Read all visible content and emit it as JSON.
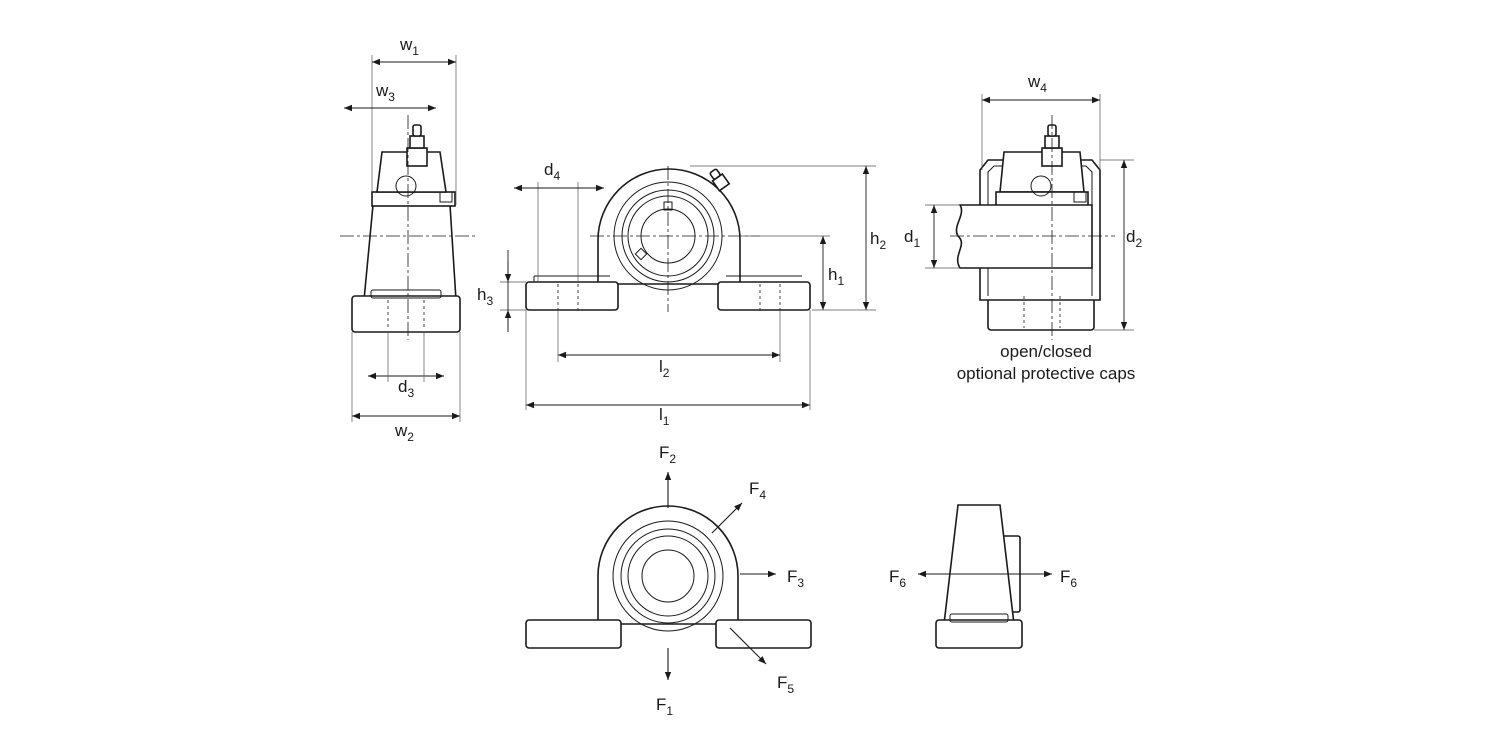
{
  "labels": {
    "w1": {
      "main": "w",
      "sub": "1"
    },
    "w2": {
      "main": "w",
      "sub": "2"
    },
    "w3": {
      "main": "w",
      "sub": "3"
    },
    "w4": {
      "main": "w",
      "sub": "4"
    },
    "d1": {
      "main": "d",
      "sub": "1"
    },
    "d2": {
      "main": "d",
      "sub": "2"
    },
    "d3": {
      "main": "d",
      "sub": "3"
    },
    "d4": {
      "main": "d",
      "sub": "4"
    },
    "h1": {
      "main": "h",
      "sub": "1"
    },
    "h2": {
      "main": "h",
      "sub": "2"
    },
    "h3": {
      "main": "h",
      "sub": "3"
    },
    "l1": {
      "main": "l",
      "sub": "1"
    },
    "l2": {
      "main": "l",
      "sub": "2"
    },
    "F1": {
      "main": "F",
      "sub": "1"
    },
    "F2": {
      "main": "F",
      "sub": "2"
    },
    "F3": {
      "main": "F",
      "sub": "3"
    },
    "F4": {
      "main": "F",
      "sub": "4"
    },
    "F5": {
      "main": "F",
      "sub": "5"
    },
    "F6a": {
      "main": "F",
      "sub": "6"
    },
    "F6b": {
      "main": "F",
      "sub": "6"
    }
  },
  "notes": {
    "caps_line1": "open/closed",
    "caps_line2": "optional protective caps"
  },
  "colors": {
    "line": "#1a1a1a",
    "background": "#ffffff"
  }
}
